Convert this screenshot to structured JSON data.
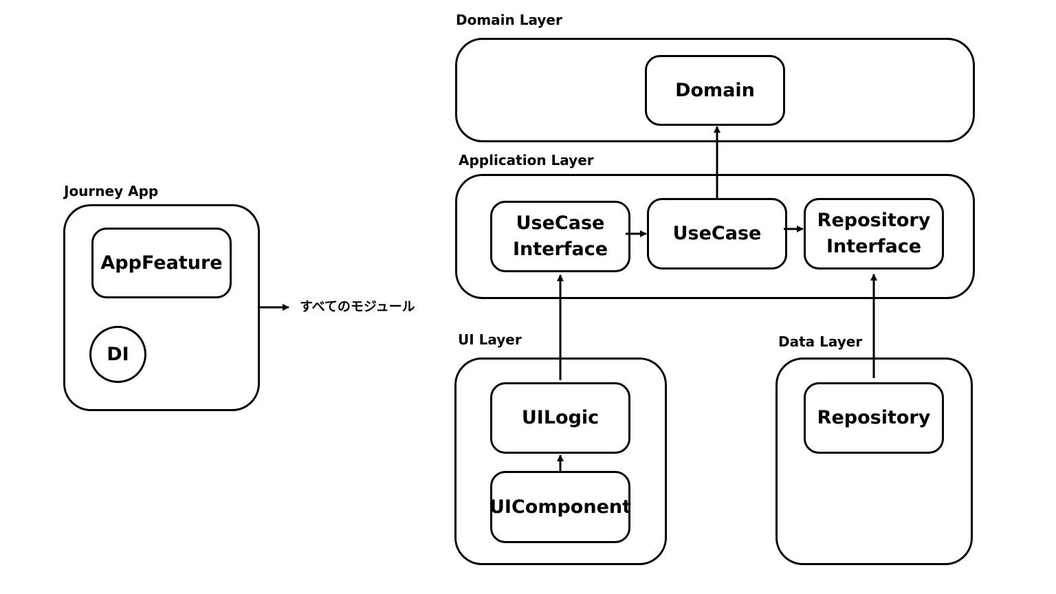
{
  "journey_app": {
    "label": "Journey App",
    "app_feature": "AppFeature",
    "di": "DI",
    "arrow_note": "すべてのモジュール"
  },
  "domain_layer": {
    "label": "Domain Layer",
    "domain": "Domain"
  },
  "application_layer": {
    "label": "Application Layer",
    "usecase_interface": "UseCase\nInterface",
    "usecase": "UseCase",
    "repository_interface": "Repository\nInterface"
  },
  "ui_layer": {
    "label": "UI Layer",
    "ui_logic": "UILogic",
    "ui_component": "UIComponent"
  },
  "data_layer": {
    "label": "Data Layer",
    "repository": "Repository"
  }
}
